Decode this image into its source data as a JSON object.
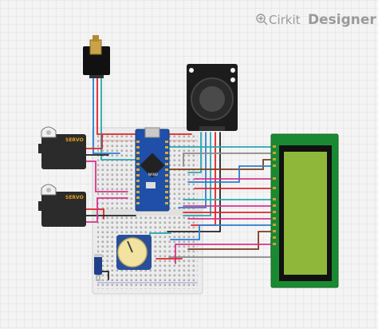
{
  "branding": {
    "logo_text": "Cirkit",
    "product_text": "Designer"
  },
  "components": {
    "servo_1": {
      "label": "SERVO"
    },
    "servo_2": {
      "label": "SERVO"
    },
    "arduino": {
      "label": "NANO"
    }
  },
  "colors": {
    "background": "#f4f4f4",
    "grid": "#dcdcdc",
    "breadboard": "#ececec",
    "arduino_board": "#1f4fa8",
    "lcd_body": "#1a8a32",
    "lcd_screen": "#8fb83a",
    "servo_body": "#2b2b2b",
    "wire_red": "#e0242b",
    "wire_blue": "#2a7fd0",
    "wire_teal": "#2aa6b0",
    "wire_pink": "#d8338a",
    "wire_black": "#222222",
    "wire_brown": "#7a3b1e",
    "wire_gray": "#8a8a8a"
  }
}
